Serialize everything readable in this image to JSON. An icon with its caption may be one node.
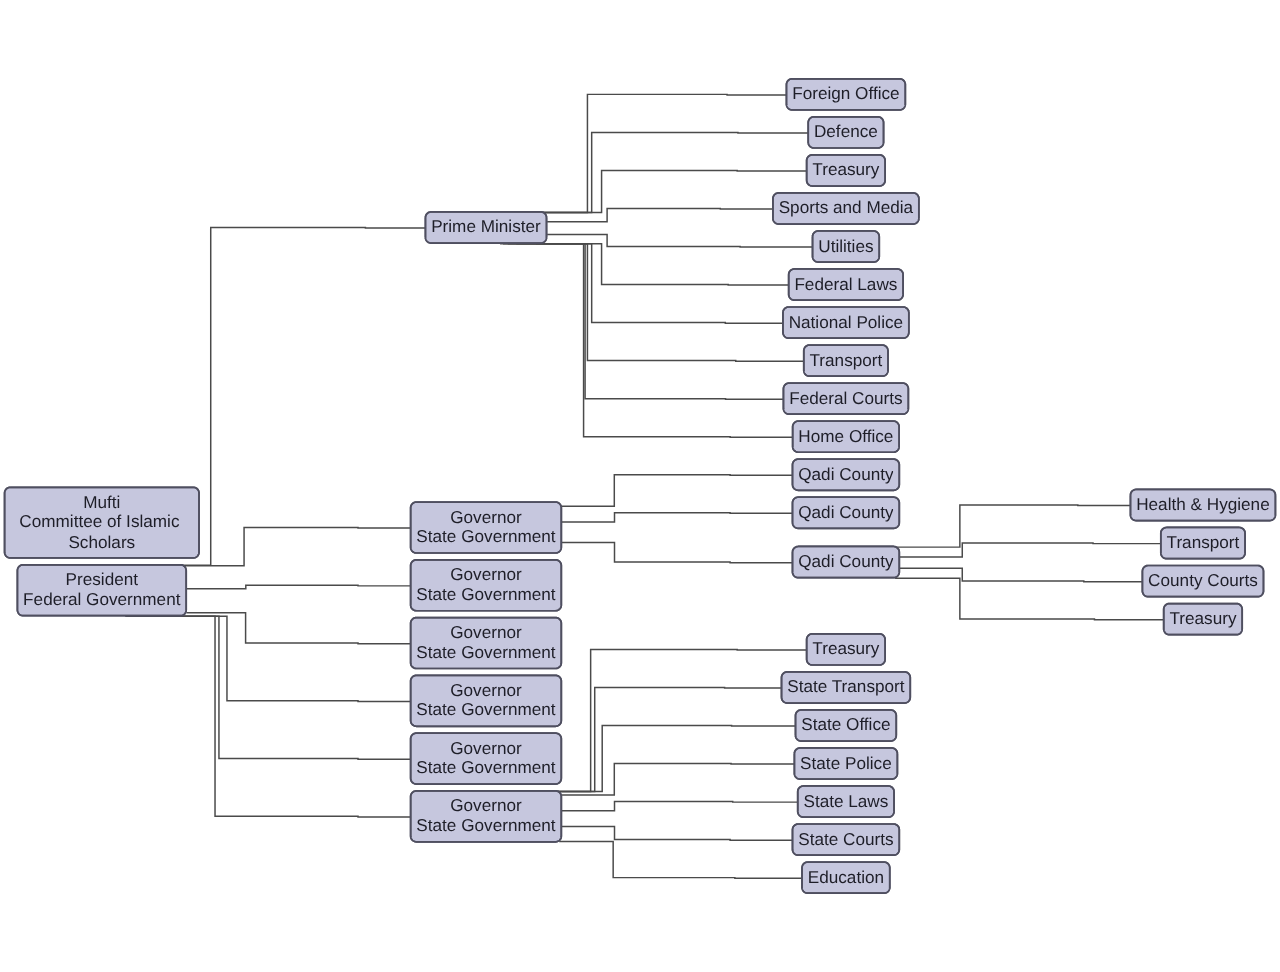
{
  "diagram": {
    "nodes": [
      {
        "text": [
          "Mufti",
          "Committee of Islamic Scholars"
        ]
      },
      {
        "text": [
          "President",
          "Federal Government"
        ]
      },
      {
        "text": [
          "Prime Minister"
        ]
      },
      {
        "text": [
          "Governor",
          "State Government"
        ]
      },
      {
        "text": [
          "Governor",
          "State Government"
        ]
      },
      {
        "text": [
          "Governor",
          "State Government"
        ]
      },
      {
        "text": [
          "Governor",
          "State Government"
        ]
      },
      {
        "text": [
          "Governor",
          "State Government"
        ]
      },
      {
        "text": [
          "Governor",
          "State Government"
        ]
      },
      {
        "text": [
          "Foreign Office"
        ]
      },
      {
        "text": [
          "Defence"
        ]
      },
      {
        "text": [
          "Treasury"
        ]
      },
      {
        "text": [
          "Sports and Media"
        ]
      },
      {
        "text": [
          "Utilities"
        ]
      },
      {
        "text": [
          "Federal Laws"
        ]
      },
      {
        "text": [
          "National Police"
        ]
      },
      {
        "text": [
          "Transport"
        ]
      },
      {
        "text": [
          "Federal Courts"
        ]
      },
      {
        "text": [
          "Home Office"
        ]
      },
      {
        "text": [
          "Qadi County"
        ]
      },
      {
        "text": [
          "Qadi County"
        ]
      },
      {
        "text": [
          "Qadi County"
        ]
      },
      {
        "text": [
          "Health & Hygiene"
        ]
      },
      {
        "text": [
          "Transport"
        ]
      },
      {
        "text": [
          "County Courts"
        ]
      },
      {
        "text": [
          "Treasury"
        ]
      },
      {
        "text": [
          "Treasury"
        ]
      },
      {
        "text": [
          "State Transport"
        ]
      },
      {
        "text": [
          "State Office"
        ]
      },
      {
        "text": [
          "State Police"
        ]
      },
      {
        "text": [
          "State Laws"
        ]
      },
      {
        "text": [
          "State Courts"
        ]
      },
      {
        "text": [
          "Education"
        ]
      }
    ],
    "edges": [
      {
        "from": 1,
        "to": 2,
        "arrow": "none"
      },
      {
        "from": 1,
        "to": 3,
        "arrow": "none"
      },
      {
        "from": 1,
        "to": 4,
        "arrow": "none"
      },
      {
        "from": 1,
        "to": 5,
        "arrow": "none"
      },
      {
        "from": 1,
        "to": 6,
        "arrow": "none"
      },
      {
        "from": 1,
        "to": 7,
        "arrow": "none"
      },
      {
        "from": 1,
        "to": 8,
        "arrow": "none"
      },
      {
        "from": 2,
        "to": 9,
        "arrow": "none"
      },
      {
        "from": 2,
        "to": 10,
        "arrow": "none"
      },
      {
        "from": 2,
        "to": 11,
        "arrow": "none"
      },
      {
        "from": 2,
        "to": 12,
        "arrow": "none"
      },
      {
        "from": 2,
        "to": 13,
        "arrow": "none"
      },
      {
        "from": 2,
        "to": 14,
        "arrow": "none"
      },
      {
        "from": 2,
        "to": 15,
        "arrow": "none"
      },
      {
        "from": 2,
        "to": 16,
        "arrow": "none"
      },
      {
        "from": 2,
        "to": 17,
        "arrow": "none"
      },
      {
        "from": 2,
        "to": 18,
        "arrow": "none"
      },
      {
        "from": 3,
        "to": 19,
        "arrow": "none"
      },
      {
        "from": 3,
        "to": 20,
        "arrow": "none"
      },
      {
        "from": 3,
        "to": 21,
        "arrow": "none"
      },
      {
        "from": 21,
        "to": 22,
        "arrow": "none"
      },
      {
        "from": 21,
        "to": 23,
        "arrow": "none"
      },
      {
        "from": 21,
        "to": 24,
        "arrow": "none"
      },
      {
        "from": 21,
        "to": 25,
        "arrow": "none"
      },
      {
        "from": 8,
        "to": 26,
        "arrow": "none"
      },
      {
        "from": 8,
        "to": 27,
        "arrow": "none"
      },
      {
        "from": 8,
        "to": 28,
        "arrow": "none"
      },
      {
        "from": 8,
        "to": 29,
        "arrow": "none"
      },
      {
        "from": 8,
        "to": 30,
        "arrow": "none"
      },
      {
        "from": 8,
        "to": 31,
        "arrow": "none"
      },
      {
        "from": 8,
        "to": 32,
        "arrow": "none"
      }
    ]
  }
}
